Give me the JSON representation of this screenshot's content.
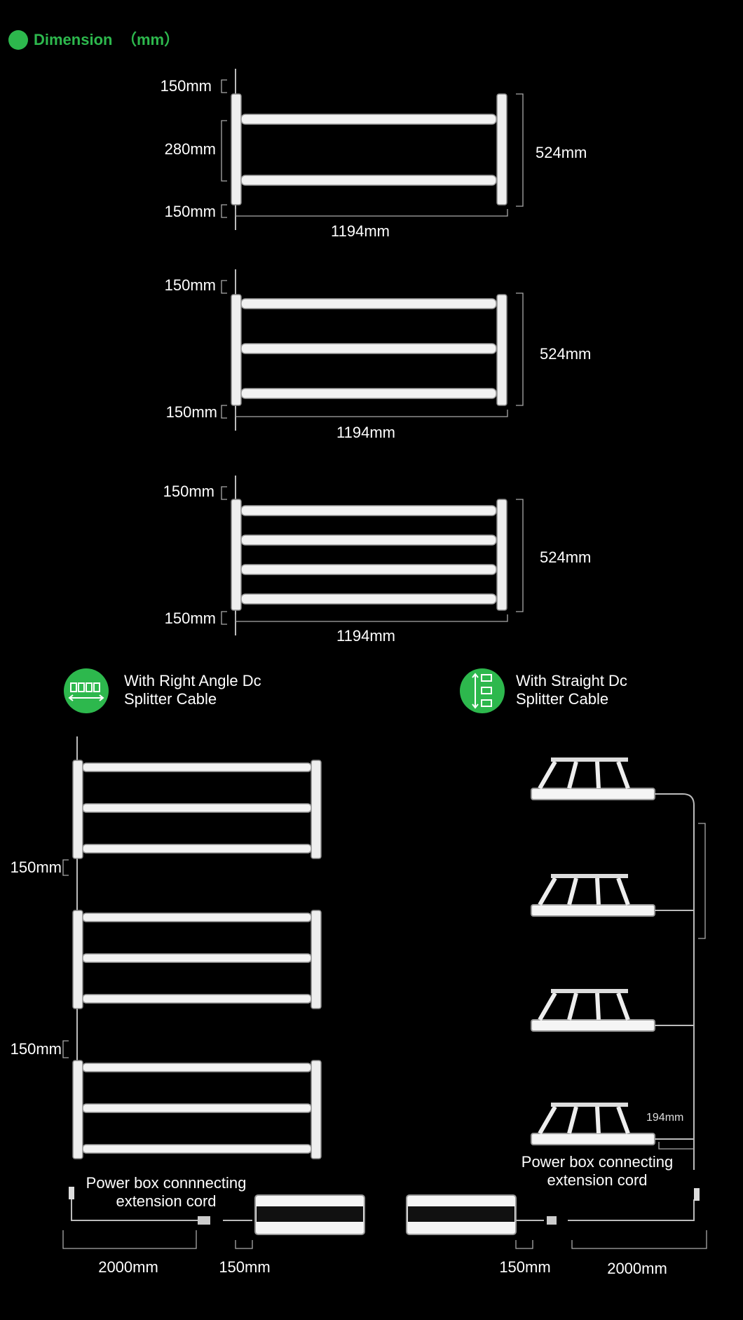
{
  "header": {
    "title": "Dimension",
    "unit": "（mm）",
    "accent": "#2db84d"
  },
  "fixtures": [
    {
      "bars": 2,
      "top_gap": "150mm",
      "mid": "280mm",
      "bottom_gap": "150mm",
      "height": "524mm",
      "width": "1194mm"
    },
    {
      "bars": 3,
      "top_gap": "150mm",
      "bottom_gap": "150mm",
      "height": "524mm",
      "width": "1194mm"
    },
    {
      "bars": 4,
      "top_gap": "150mm",
      "bottom_gap": "150mm",
      "height": "524mm",
      "width": "1194mm"
    }
  ],
  "left_panel": {
    "title_line1": "With Right Angle Dc",
    "title_line2": "Splitter Cable",
    "gap1": "150mm",
    "gap2": "150mm",
    "power_label_line1": "Power box connnecting",
    "power_label_line2": "extension cord",
    "dim_cord": "2000mm",
    "dim_short": "150mm",
    "icon": "horizontal-arrows-icon"
  },
  "right_panel": {
    "title_line1": "With Straight Dc",
    "title_line2": "Splitter Cable",
    "small_dim": "194mm",
    "power_label_line1": "Power box connecting",
    "power_label_line2": "extension cord",
    "dim_short": "150mm",
    "dim_cord": "2000mm",
    "icon": "vertical-arrows-icon"
  }
}
